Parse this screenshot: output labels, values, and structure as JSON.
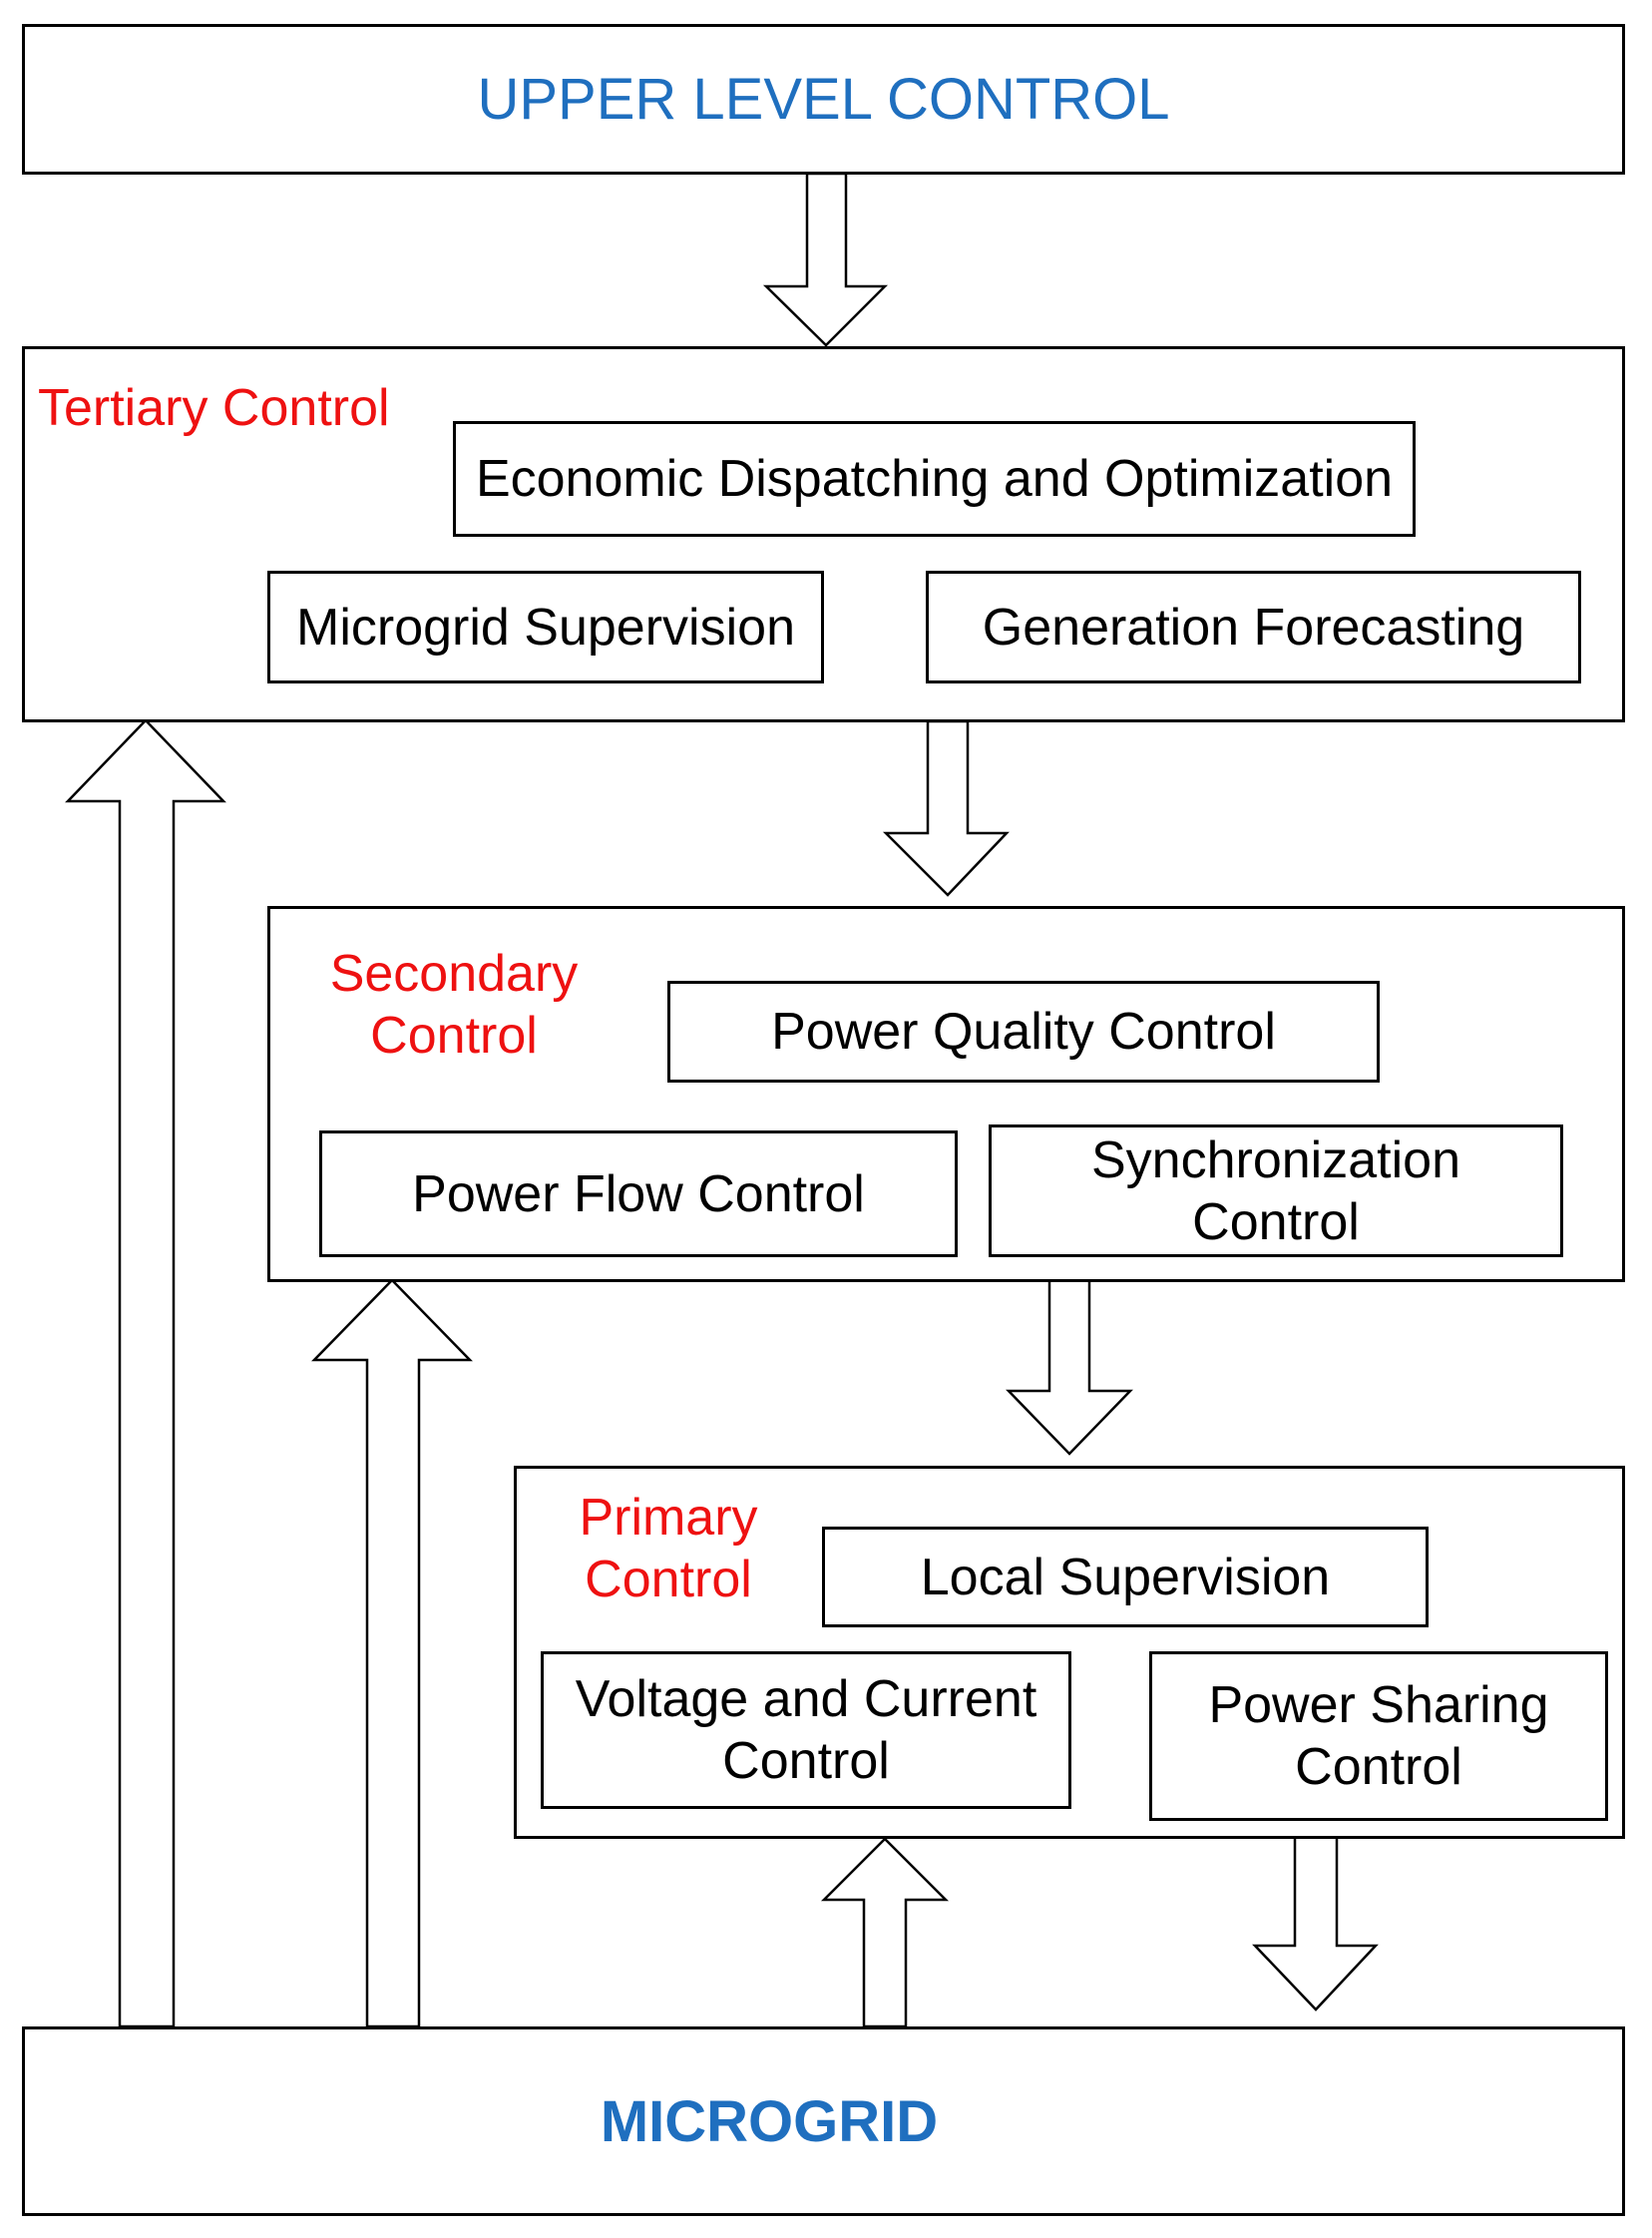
{
  "colors": {
    "title_blue": "#1f6fbf",
    "level_red": "#ee1111",
    "stroke": "#000000"
  },
  "upper": {
    "title": "UPPER LEVEL CONTROL"
  },
  "tertiary": {
    "label": "Tertiary Control",
    "economic": "Economic Dispatching and Optimization",
    "supervision": "Microgrid Supervision",
    "forecasting": "Generation Forecasting"
  },
  "secondary": {
    "label": "Secondary\nControl",
    "power_quality": "Power Quality Control",
    "power_flow": "Power Flow Control",
    "synchronization": "Synchronization\nControl"
  },
  "primary": {
    "label": "Primary\nControl",
    "local_supervision": "Local Supervision",
    "voltage_current": "Voltage and Current\nControl",
    "power_sharing": "Power Sharing\nControl"
  },
  "microgrid": {
    "title": "MICROGRID"
  }
}
